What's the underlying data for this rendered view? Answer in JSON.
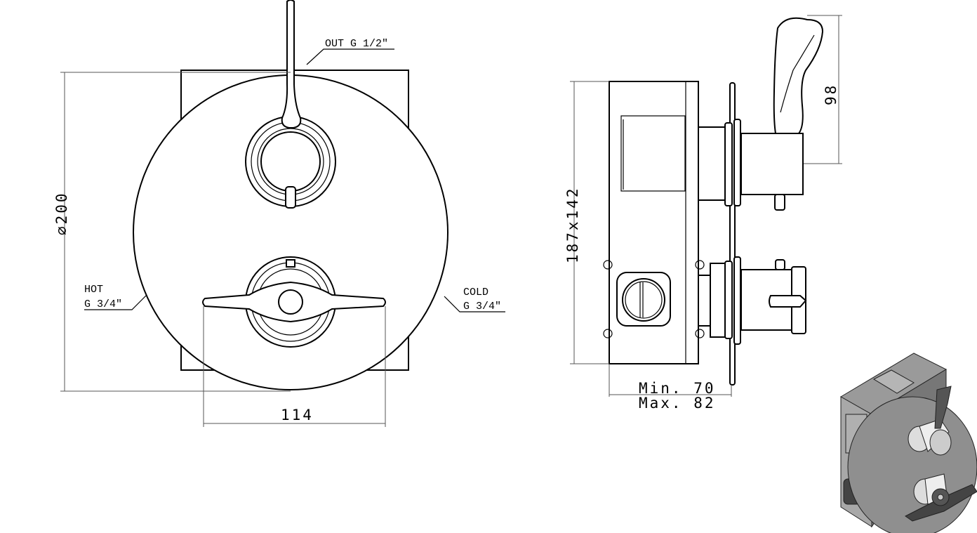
{
  "front_view": {
    "outlet_label": "OUT G 1/2\"",
    "diameter_label": "⌀200",
    "hot_label": "HOT",
    "hot_thread": "G 3/4\"",
    "cold_label": "COLD",
    "cold_thread": "G 3/4\"",
    "spacing_label": "114"
  },
  "side_view": {
    "box_size_label": "187x142",
    "handle_height_label": "98",
    "depth_min_label": "Min. 70",
    "depth_max_label": "Max. 82"
  },
  "colors": {
    "line": "#000000",
    "dimension": "#555555",
    "render_grey": "#8a8a8a"
  }
}
